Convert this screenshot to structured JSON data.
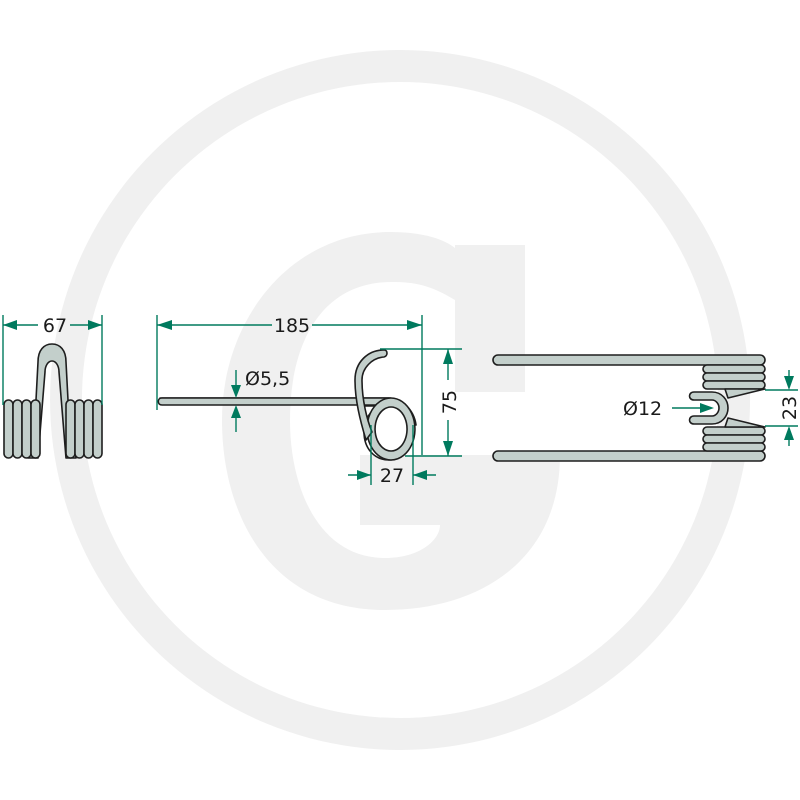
{
  "drawing": {
    "subject": "tine spring",
    "watermark": "G logo",
    "colors": {
      "dimension": "#007a5e",
      "spring_fill": "#c3cfcb",
      "outline": "#1e1e1e",
      "watermark": "#f0f0f0",
      "background": "#ffffff"
    },
    "views": {
      "end_view": {
        "width_label": "67"
      },
      "side_view": {
        "length_label": "185",
        "wire_diameter_label": "Ø5,5",
        "height_label": "75",
        "coil_width_label": "27"
      },
      "top_view": {
        "loop_diameter_label": "Ø12",
        "gap_label": "23"
      }
    }
  }
}
